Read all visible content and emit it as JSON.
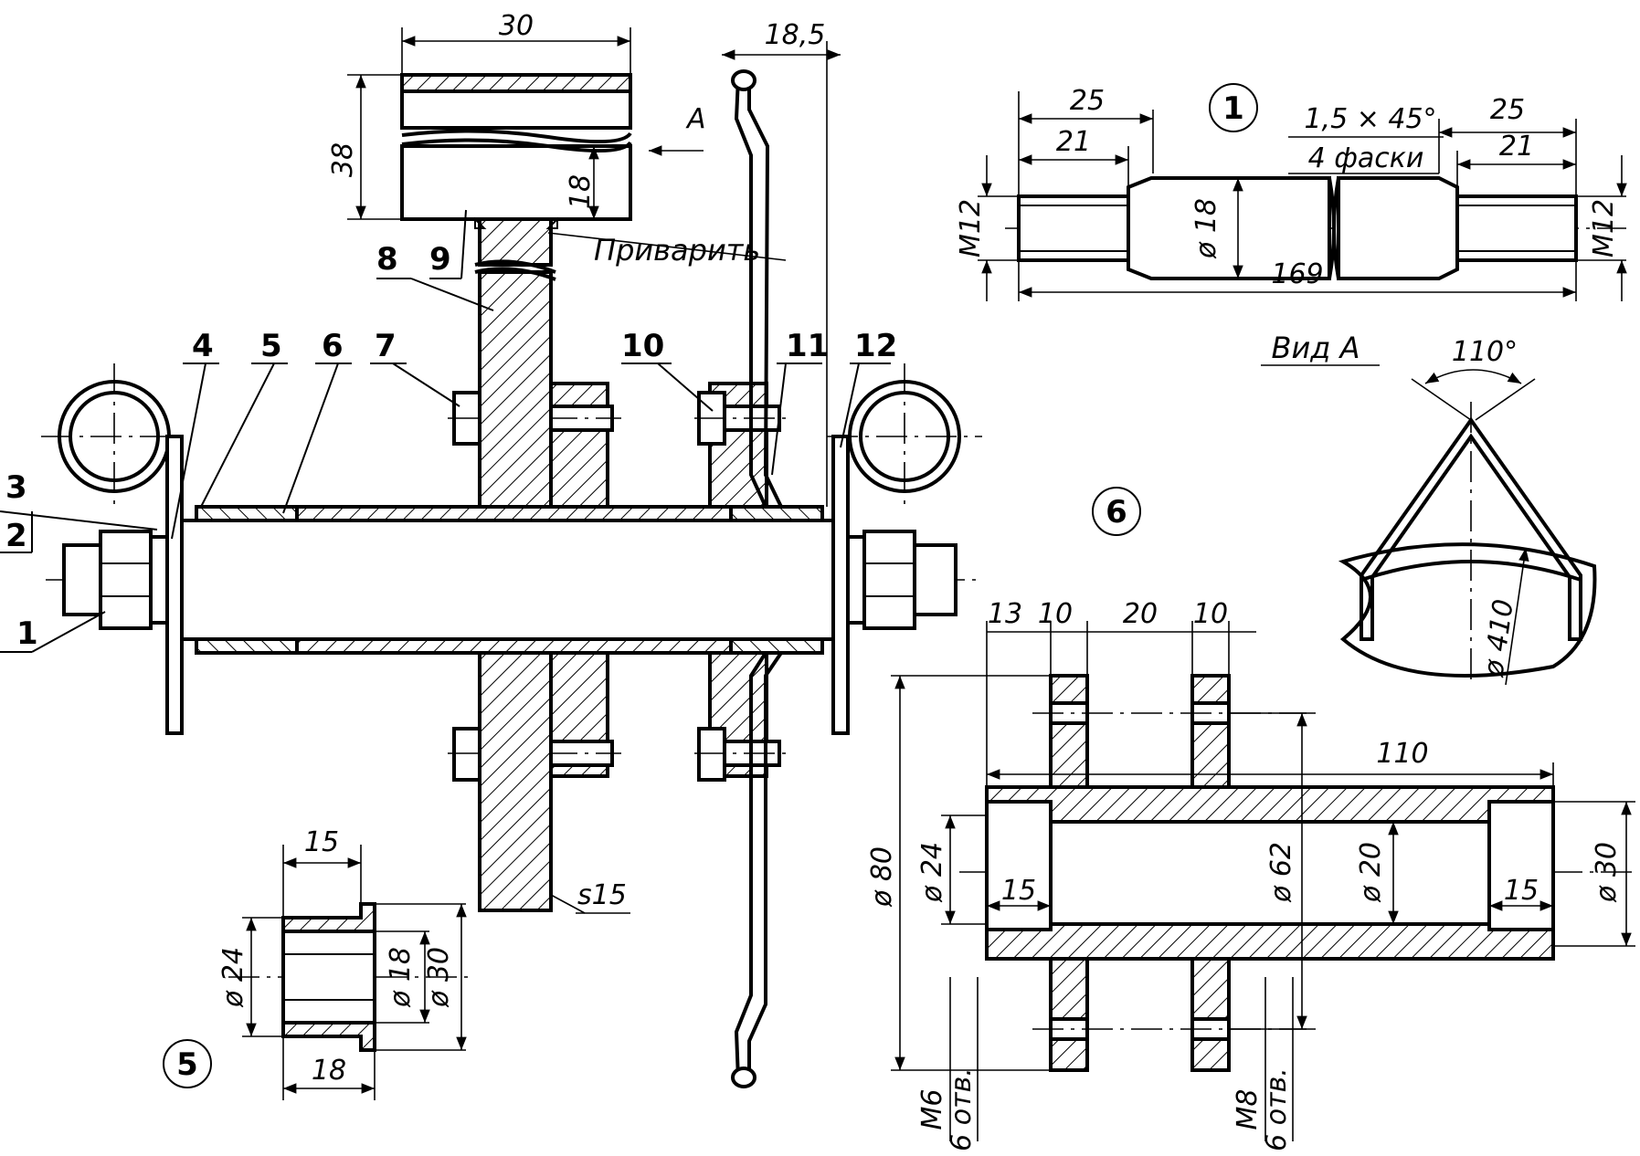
{
  "main_view": {
    "dims": {
      "width_30": "30",
      "height_38": "38",
      "depth_18": "18",
      "offset_18_5": "18,5",
      "thickness": "s15"
    },
    "view_marker": "A",
    "weld_note": "Приварить",
    "callouts": [
      "1",
      "2",
      "3",
      "4",
      "5",
      "6",
      "7",
      "8",
      "9",
      "10",
      "11",
      "12"
    ]
  },
  "part_1": {
    "label": "1",
    "dims": {
      "left_25": "25",
      "left_21": "21",
      "chamfer": "1,5 × 45°",
      "chamfer_note": "4 фаски",
      "right_25": "25",
      "right_21": "21",
      "thread_left": "M12",
      "dia_18": "ø 18",
      "thread_right": "M12",
      "length_169": "169"
    }
  },
  "view_a": {
    "title": "Вид А",
    "angle": "110°",
    "dia": "ø 410"
  },
  "part_6": {
    "label": "6",
    "dims": {
      "d13": "13",
      "d10a": "10",
      "d20": "20",
      "d10b": "10",
      "d110": "110",
      "dia80": "ø 80",
      "dia24": "ø 24",
      "bore15_left": "15",
      "dia62": "ø 62",
      "dia20": "ø 20",
      "bore15_right": "15",
      "dia30": "ø 30",
      "holes_m6": "M6",
      "holes_m6_count": "6 отв.",
      "holes_m8": "M8",
      "holes_m8_count": "6 отв."
    }
  },
  "part_5": {
    "label": "5",
    "dims": {
      "w15": "15",
      "w18": "18",
      "dia24": "ø 24",
      "dia18": "ø 18",
      "dia30": "ø 30"
    }
  }
}
